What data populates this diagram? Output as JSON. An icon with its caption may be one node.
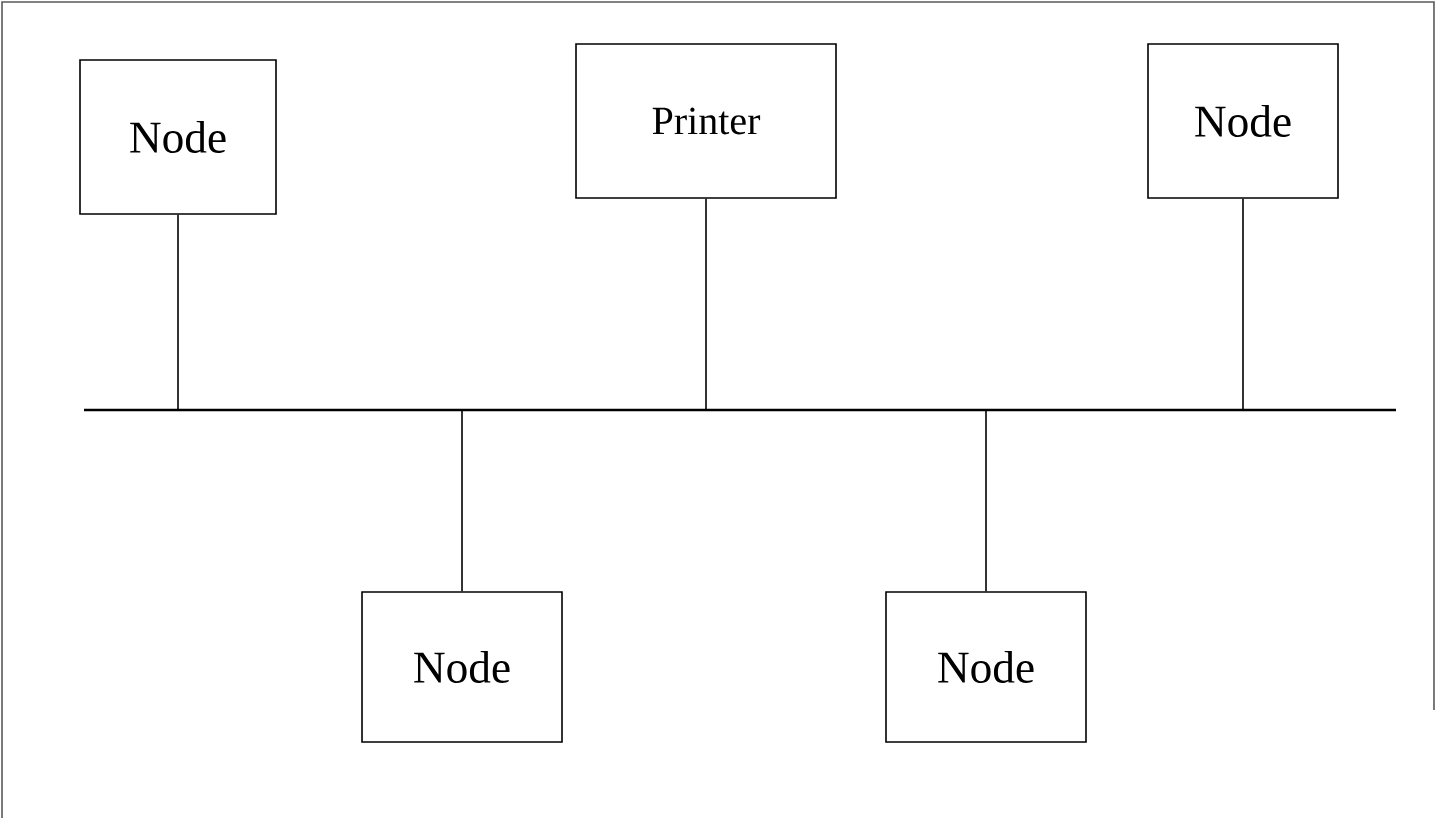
{
  "diagram": {
    "nodes": [
      {
        "text": [
          "Node"
        ]
      },
      {
        "text": [
          "Printer"
        ]
      },
      {
        "text": [
          "Node"
        ]
      },
      {
        "text": [],
        "shape": "bar"
      },
      {
        "text": [
          "Node"
        ]
      },
      {
        "text": [
          "Node"
        ]
      }
    ],
    "edges": [
      {
        "from": 0,
        "to": 3,
        "arrow": "none"
      },
      {
        "from": 1,
        "to": 3,
        "arrow": "none"
      },
      {
        "from": 2,
        "to": 3,
        "arrow": "none"
      },
      {
        "from": 4,
        "to": 3,
        "arrow": "none"
      },
      {
        "from": 5,
        "to": 3,
        "arrow": "none"
      }
    ]
  }
}
